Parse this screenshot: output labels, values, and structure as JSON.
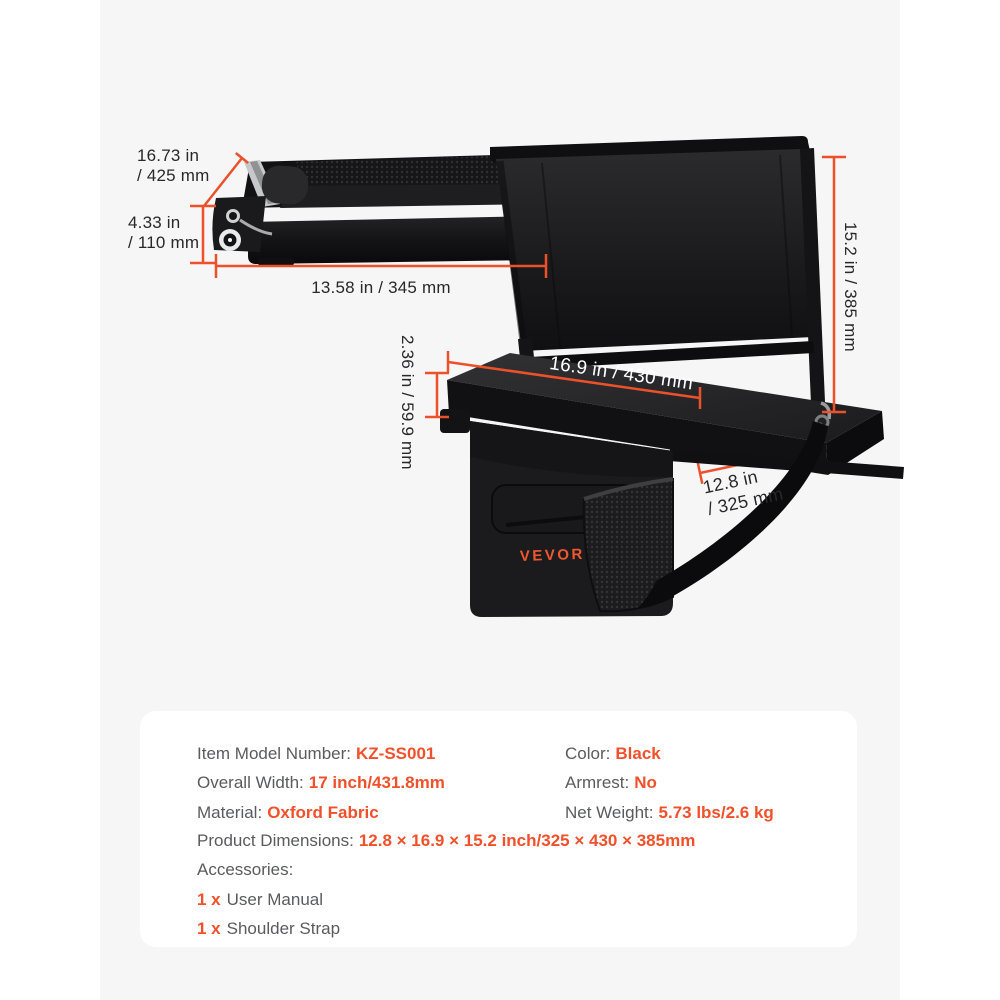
{
  "brand": {
    "logo_text": "VEVOR"
  },
  "colors": {
    "accent_orange": "#F2502A",
    "dimension_line": "#EC512A",
    "label_gray": "#5A5B5D",
    "dim_text_dark": "#28282A",
    "dim_text_light": "#FFFFFF",
    "content_background": "#F6F6F7",
    "panel_background": "#FFFFFF",
    "product_black": "#141416"
  },
  "annotations": {
    "folded_depth_line1": "16.73 in",
    "folded_depth_line2": "/ 425 mm",
    "folded_height_line1": "4.33 in",
    "folded_height_line2": "/ 110 mm",
    "folded_width": "13.58 in / 345 mm",
    "back_height": "15.2 in / 385 mm",
    "seat_width": "16.9 in / 430 mm",
    "cushion_thickness": "2.36 in / 59.9 mm",
    "seat_depth_line1": "12.8 in",
    "seat_depth_line2": "/ 325 mm"
  },
  "specs": {
    "left_column": [
      {
        "label": "Item Model Number:",
        "value": "KZ-SS001"
      },
      {
        "label": "Overall Width:",
        "value": "17 inch/431.8mm"
      },
      {
        "label": "Material:",
        "value": "Oxford Fabric"
      }
    ],
    "right_column": [
      {
        "label": "Color:",
        "value": "Black"
      },
      {
        "label": "Armrest:",
        "value": "No"
      },
      {
        "label": "Net Weight:",
        "value": "5.73 lbs/2.6 kg"
      }
    ],
    "full_rows": [
      {
        "label": "Product Dimensions:",
        "value": "12.8 × 16.9 × 15.2 inch/325 × 430 × 385mm"
      },
      {
        "label": "Accessories:",
        "value": ""
      }
    ],
    "accessories": [
      {
        "qty": "1 x",
        "name": "User Manual"
      },
      {
        "qty": "1 x",
        "name": "Shoulder Strap"
      }
    ]
  }
}
